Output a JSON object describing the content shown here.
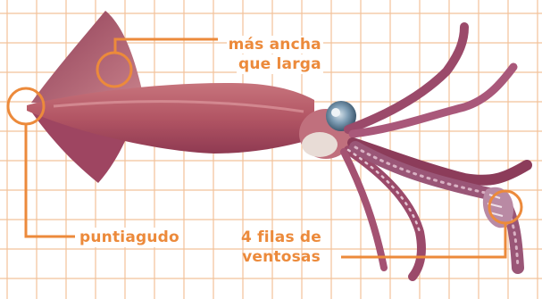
{
  "labels": {
    "wider": {
      "line1": "más ancha",
      "line2": "que larga"
    },
    "pointed": "puntiagudo",
    "suckers": {
      "line1": "4 filas de",
      "line2": "ventosas"
    }
  },
  "colors": {
    "accent": "#ec8a3b",
    "grid": "#f2c29a",
    "background": "#ffffff",
    "squid_body": "#b25564",
    "squid_dark": "#7a3048",
    "squid_light": "#e9a7a8",
    "eye": "#6a8ca3"
  }
}
